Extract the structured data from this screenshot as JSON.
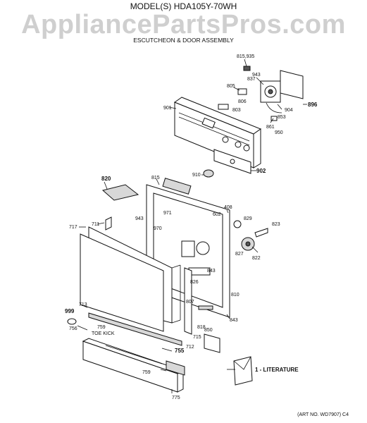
{
  "header": {
    "model_title": "MODEL(S) HDA105Y-70WH",
    "watermark": "AppliancePartsPros.com",
    "assembly_title": "ESCUTCHEON & DOOR ASSEMBLY"
  },
  "footer": {
    "art_no": "(ART NO. WD7907) C4"
  },
  "labels": {
    "p815_935": "815,935",
    "p943a": "943",
    "p805": "805",
    "p837": "837",
    "p806": "806",
    "p803": "803",
    "p896": "896",
    "p901": "901",
    "p904": "904",
    "p853": "853",
    "p861": "861",
    "p950": "950",
    "p902": "902",
    "p910": "910",
    "p820": "820",
    "p815": "815",
    "p408": "408",
    "p943b": "943",
    "p971": "971",
    "p602": "602",
    "p829": "829",
    "p823": "823",
    "p717": "717",
    "p711": "711",
    "p970": "970",
    "p822": "822",
    "p827": "827",
    "p843a": "843",
    "p826": "826",
    "p713": "713",
    "p807": "807",
    "p810": "810",
    "p999": "999",
    "p843b": "843",
    "p756": "756",
    "p759a": "759",
    "p818": "818",
    "toe_kick": "TOE KICK",
    "p850": "850",
    "p715": "715",
    "p712": "712",
    "p755": "755",
    "p759b": "759",
    "p775": "775",
    "literature": "1 - LITERATURE"
  }
}
